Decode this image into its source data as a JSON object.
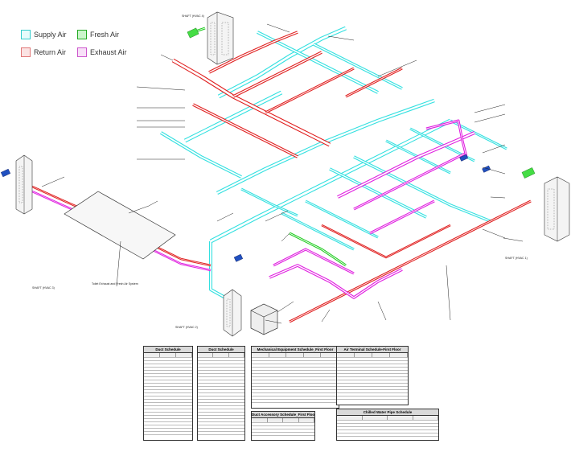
{
  "legend": {
    "supply": {
      "label": "Supply Air",
      "color": "#33e0e0"
    },
    "fresh": {
      "label": "Fresh Air",
      "color": "#22cc22"
    },
    "return": {
      "label": "Return Air",
      "color": "#e02020"
    },
    "exhaust": {
      "label": "Exhaust Air",
      "color": "#e020e0"
    }
  },
  "labels": {
    "shaft1": "SHAFT (HVAC 1)",
    "shaft2": "SHAFT (HVAC 2)",
    "shaft3": "SHAFT (HVAC 3)",
    "shaft4": "SHAFT (HVAC 4)",
    "toilet": "Toilet Exhaust and Fresh Air System"
  },
  "tables": {
    "duct1": "Duct Schedule",
    "duct2": "Duct Schedule",
    "mech": "Mechanical Equipment Schedule_First Floor",
    "terminal": "Air Terminal Schedule-First Floor",
    "accessory": "Duct Accessory Schedule_First Floor",
    "chilled": "Chilled Water Pipe Schedule"
  }
}
